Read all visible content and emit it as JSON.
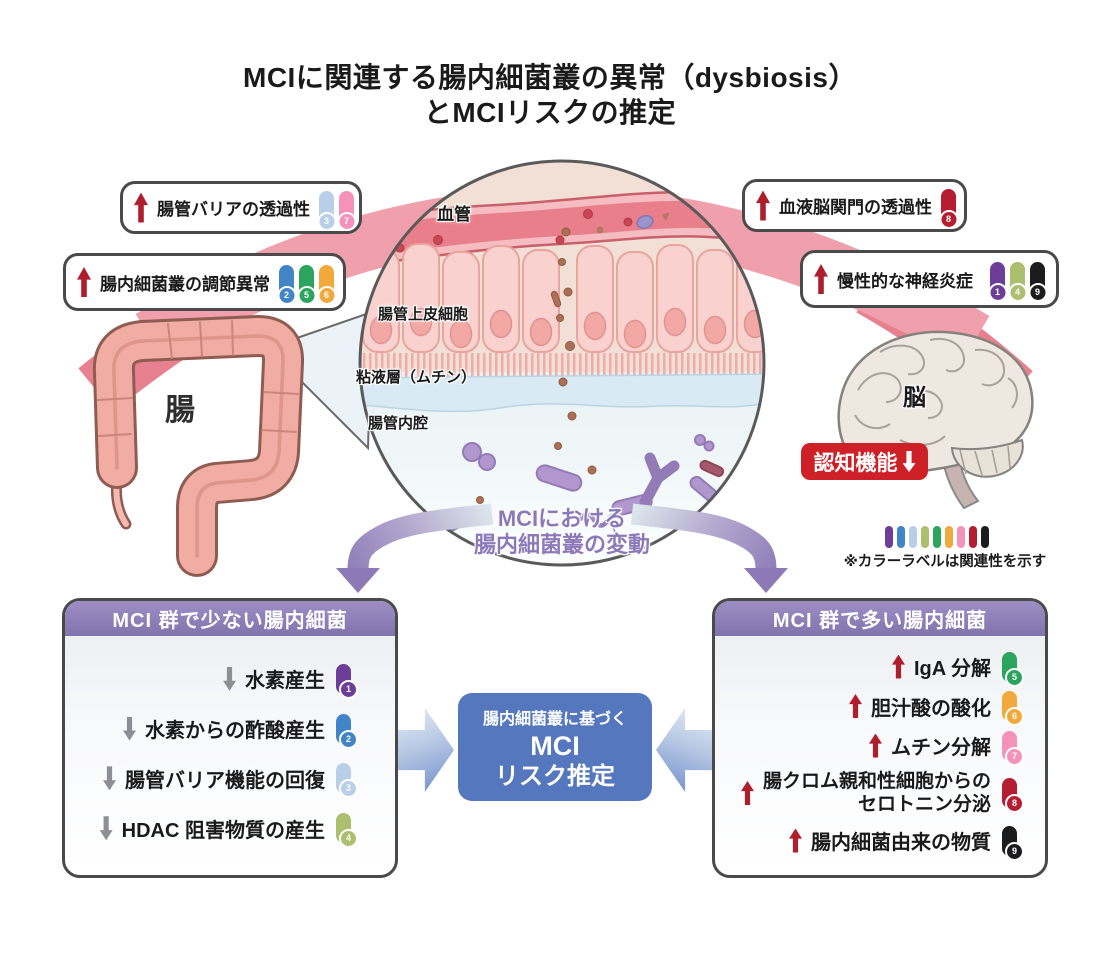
{
  "title": {
    "line1": "MCIに関連する腸内細菌叢の異常（dysbiosis）",
    "line2": "とMCIリスクの推定"
  },
  "callouts": {
    "gut_barrier": {
      "label": "腸管バリアの透過性",
      "pills": [
        {
          "num": "3",
          "color": "#B9CFE8"
        },
        {
          "num": "7",
          "color": "#F492B9"
        }
      ]
    },
    "dysbiosis": {
      "label": "腸内細菌叢の調節異常",
      "pills": [
        {
          "num": "2",
          "color": "#4285C6"
        },
        {
          "num": "5",
          "color": "#2BA55D"
        },
        {
          "num": "6",
          "color": "#F2A93C"
        }
      ]
    },
    "bbb": {
      "label": "血液脳関門の透過性",
      "pills": [
        {
          "num": "8",
          "color": "#B51E32"
        }
      ]
    },
    "neuro": {
      "label": "慢性的な神経炎症",
      "pills": [
        {
          "num": "1",
          "color": "#6C3D99"
        },
        {
          "num": "4",
          "color": "#ABBF6E"
        },
        {
          "num": "9",
          "color": "#1C1C1E"
        }
      ]
    }
  },
  "organs": {
    "gut": "腸",
    "brain": "脳"
  },
  "cognition": {
    "label": "認知機能"
  },
  "circle": {
    "vessel": "血管",
    "epithelium": "腸管上皮細胞",
    "mucus": "粘液層（ムチン）",
    "lumen": "腸管内腔",
    "caption1": "MCIにおける",
    "caption2": "腸内細菌叢の変動"
  },
  "legend": {
    "note": "※カラーラベルは関連性を示す",
    "colors": [
      "#6C3D99",
      "#4285C6",
      "#B9CFE8",
      "#ABBF6E",
      "#2BA55D",
      "#F2A93C",
      "#F492B9",
      "#B51E32",
      "#1C1C1E"
    ]
  },
  "left_box": {
    "header": "MCI 群で少ない腸内細菌",
    "items": [
      {
        "label": "水素産生",
        "num": "1",
        "color": "#6C3D99"
      },
      {
        "label": "水素からの酢酸産生",
        "num": "2",
        "color": "#4285C6"
      },
      {
        "label": "腸管バリア機能の回復",
        "num": "3",
        "color": "#B9CFE8"
      },
      {
        "label": "HDAC 阻害物質の産生",
        "num": "4",
        "color": "#ABBF6E"
      }
    ]
  },
  "right_box": {
    "header": "MCI 群で多い腸内細菌",
    "items": [
      {
        "label": "IgA 分解",
        "num": "5",
        "color": "#2BA55D"
      },
      {
        "label": "胆汁酸の酸化",
        "num": "6",
        "color": "#F2A93C"
      },
      {
        "label": "ムチン分解",
        "num": "7",
        "color": "#F492B9"
      },
      {
        "label": "腸クロム親和性細胞からの",
        "label2": "セロトニン分泌",
        "num": "8",
        "color": "#B51E32"
      },
      {
        "label": "腸内細菌由来の物質",
        "num": "9",
        "color": "#1C1C1E"
      }
    ]
  },
  "risk_box": {
    "line1": "腸内細菌叢に基づく",
    "line2": "MCI",
    "line3": "リスク推定"
  }
}
